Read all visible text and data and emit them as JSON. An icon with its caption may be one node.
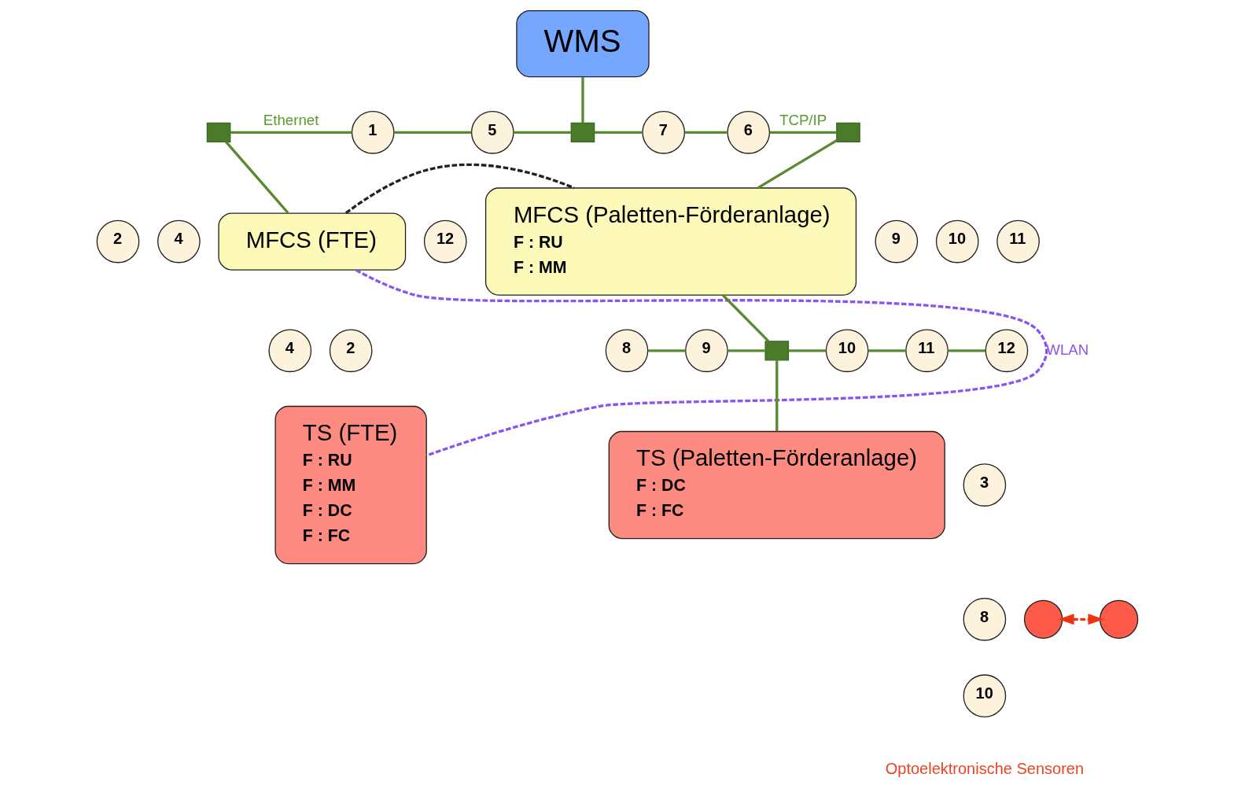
{
  "diagram": {
    "nodes": [
      {
        "text": [
          "WMS"
        ]
      },
      {
        "text": [],
        "shape": "box"
      },
      {
        "text": [
          "1"
        ]
      },
      {
        "text": [
          "5"
        ]
      },
      {
        "text": [],
        "shape": "box"
      },
      {
        "text": [
          "7"
        ]
      },
      {
        "text": [
          "6"
        ]
      },
      {
        "text": [],
        "shape": "box"
      },
      {
        "text": [
          "2"
        ]
      },
      {
        "text": [
          "4"
        ]
      },
      {
        "text": [
          "9"
        ]
      },
      {
        "text": [
          "10"
        ]
      },
      {
        "text": [
          "11"
        ]
      },
      {
        "text": [
          "12"
        ]
      },
      {
        "text": [
          "MFCS (FTE)"
        ]
      },
      {
        "text": [
          "MFCS (Paletten-Förderanlage)",
          "F : RU",
          "F : MM"
        ]
      },
      {
        "text": [
          "2"
        ]
      },
      {
        "text": [
          "4"
        ]
      },
      {
        "text": [
          "8"
        ]
      },
      {
        "text": [
          "9"
        ]
      },
      {
        "text": [],
        "shape": "box"
      },
      {
        "text": [
          "10"
        ]
      },
      {
        "text": [
          "11"
        ]
      },
      {
        "text": [
          "12"
        ]
      },
      {
        "text": [
          "TS (FTE)",
          "F : RU",
          "F : MM",
          "F : DC",
          "F : FC"
        ]
      },
      {
        "text": [
          "3"
        ]
      },
      {
        "text": [
          "8"
        ]
      },
      {
        "text": [
          "TS (Paletten-Förderanlage)",
          "F : DC",
          "F : FC"
        ]
      },
      {
        "text": [],
        "shape": "circle"
      },
      {
        "text": [],
        "shape": "circle"
      },
      {
        "text": [
          "10"
        ]
      }
    ],
    "edges": [
      {
        "from": 0,
        "to": 4,
        "arrow": "none"
      },
      {
        "from": 1,
        "to": 2,
        "arrow": "none",
        "label": "Ethernet"
      },
      {
        "from": 2,
        "to": 3,
        "arrow": "none"
      },
      {
        "from": 3,
        "to": 4,
        "arrow": "none"
      },
      {
        "from": 4,
        "to": 5,
        "arrow": "none"
      },
      {
        "from": 5,
        "to": 6,
        "arrow": "none"
      },
      {
        "from": 6,
        "to": 7,
        "arrow": "none",
        "label": "TCP/IP"
      },
      {
        "from": 1,
        "to": 14,
        "arrow": "none"
      },
      {
        "from": 7,
        "to": 15,
        "arrow": "none"
      },
      {
        "from": 15,
        "to": 20,
        "arrow": "none"
      },
      {
        "from": 20,
        "to": 27,
        "arrow": "none"
      },
      {
        "from": 18,
        "to": 19,
        "arrow": "none"
      },
      {
        "from": 19,
        "to": 20,
        "arrow": "none"
      },
      {
        "from": 20,
        "to": 21,
        "arrow": "none"
      },
      {
        "from": 21,
        "to": 22,
        "arrow": "none"
      },
      {
        "from": 22,
        "to": 23,
        "arrow": "none"
      },
      {
        "from": 14,
        "to": 15,
        "arrow": "none",
        "style": "dashed",
        "color": "#222222"
      },
      {
        "from": 14,
        "to": 24,
        "arrow": "none",
        "label": "WLAN",
        "style": "dashed",
        "color": "#8855ee"
      },
      {
        "from": 28,
        "to": 29,
        "arrow": "both",
        "style": "dashed",
        "color": "#ee3311"
      }
    ],
    "labels": [
      "Optoelektronische Sensoren"
    ]
  }
}
